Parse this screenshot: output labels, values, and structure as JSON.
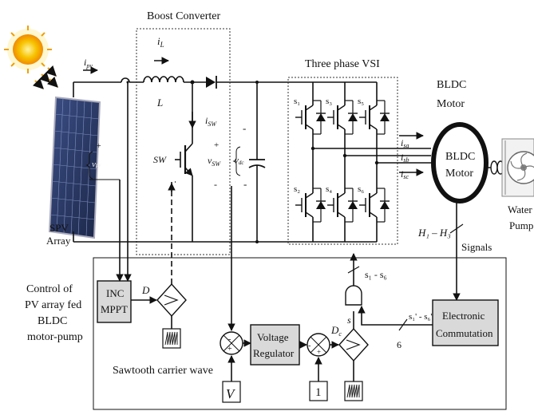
{
  "labels": {
    "boost_converter": "Boost Converter",
    "three_phase_vsi": "Three phase VSI",
    "bldc_motor_title": "BLDC",
    "bldc_motor_title2": "Motor",
    "motor_inner_1": "BLDC",
    "motor_inner_2": "Motor",
    "water_pump_1": "Water",
    "water_pump_2": "Pump",
    "spv_array_1": "SPV",
    "spv_array_2": "Array",
    "control_1": "Control of",
    "control_2": "PV array fed",
    "control_3": "BLDC",
    "control_4": "motor-pump",
    "sawtooth": "Sawtooth carrier wave",
    "signals": "Signals",
    "hall": "H₁ – H₃",
    "ipv": "i",
    "ipv_sub": "pv",
    "il": "i",
    "il_sub": "L",
    "inductor": "L",
    "isw": "i",
    "isw_sub": "SW",
    "sw": "SW",
    "vsw": "v",
    "vsw_sub": "SW",
    "vpv": "v",
    "vpv_sub": "pv",
    "vdc": "v",
    "vdc_sub": "dc",
    "duty": "D",
    "dc_signal": "D",
    "dc_sub": "c",
    "s_small": "s",
    "s1s6": "s₁ - s₆",
    "s1s6_prime": "s₁' - s₆'",
    "six": "6",
    "v_ref": "V",
    "one": "1",
    "plus": "+",
    "minus": "-"
  },
  "switches": [
    "s₁",
    "s₃",
    "s₅",
    "s₂",
    "s₄",
    "s₆"
  ],
  "phase_currents": [
    {
      "i": "i",
      "sub": "sa"
    },
    {
      "i": "i",
      "sub": "sb"
    },
    {
      "i": "i",
      "sub": "sc"
    }
  ],
  "blocks": {
    "inc_mppt_1": "INC",
    "inc_mppt_2": "MPPT",
    "voltage_regulator_1": "Voltage",
    "voltage_regulator_2": "Regulator",
    "electronic_commutation_1": "Electronic",
    "electronic_commutation_2": "Commutation"
  },
  "colors": {
    "sun_core": "#f7c300",
    "sun_glow": "#ffe680",
    "sun_rays": "#f0a000",
    "block_fill": "#d9d9d9",
    "panel_blue": "#2a3a66"
  },
  "icons": {
    "sun": "sun-icon",
    "solar_panel": "solar-panel-icon",
    "pump": "water-pump-icon",
    "comparator": "comparator-icon",
    "sawtooth": "sawtooth-wave-icon"
  }
}
